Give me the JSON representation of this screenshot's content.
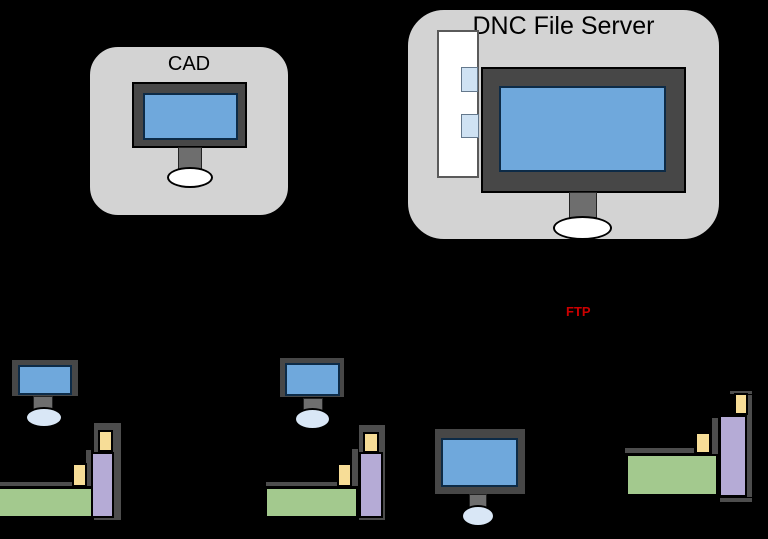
{
  "nodes": {
    "cad": {
      "label": "CAD",
      "kind": "workstation"
    },
    "dnc_server": {
      "label": "DNC File Server",
      "kind": "file-server"
    }
  },
  "labels": {
    "ftp": "FTP"
  },
  "machines": [
    {
      "name": "cnc-machine-1"
    },
    {
      "name": "cnc-machine-2"
    },
    {
      "name": "cnc-machine-3"
    }
  ],
  "monitors": [
    {
      "name": "cad-monitor"
    },
    {
      "name": "dnc-server-monitor"
    },
    {
      "name": "cnc-terminal-1"
    },
    {
      "name": "cnc-terminal-2"
    },
    {
      "name": "cnc-terminal-3"
    }
  ],
  "colors": {
    "bg": "#000000",
    "boxFill": "#d3d3d3",
    "boxBorder": "#000000",
    "frameDark": "#474747",
    "screenBlue": "#6fa8dc",
    "standGray": "#6e6e6e",
    "baseWhite": "#ffffff",
    "baseBlue": "#d9e7f6",
    "towerWhite": "#ffffff",
    "towerBorder": "#5a5a5a",
    "bayBlue": "#cfe2f3",
    "bayBorder": "#64788c",
    "machGreen": "#a3c98e",
    "machPurple": "#b5abd6",
    "machYellow": "#f7dd97",
    "machDark": "#4d4d4d",
    "ftpRed": "#cc0000"
  }
}
